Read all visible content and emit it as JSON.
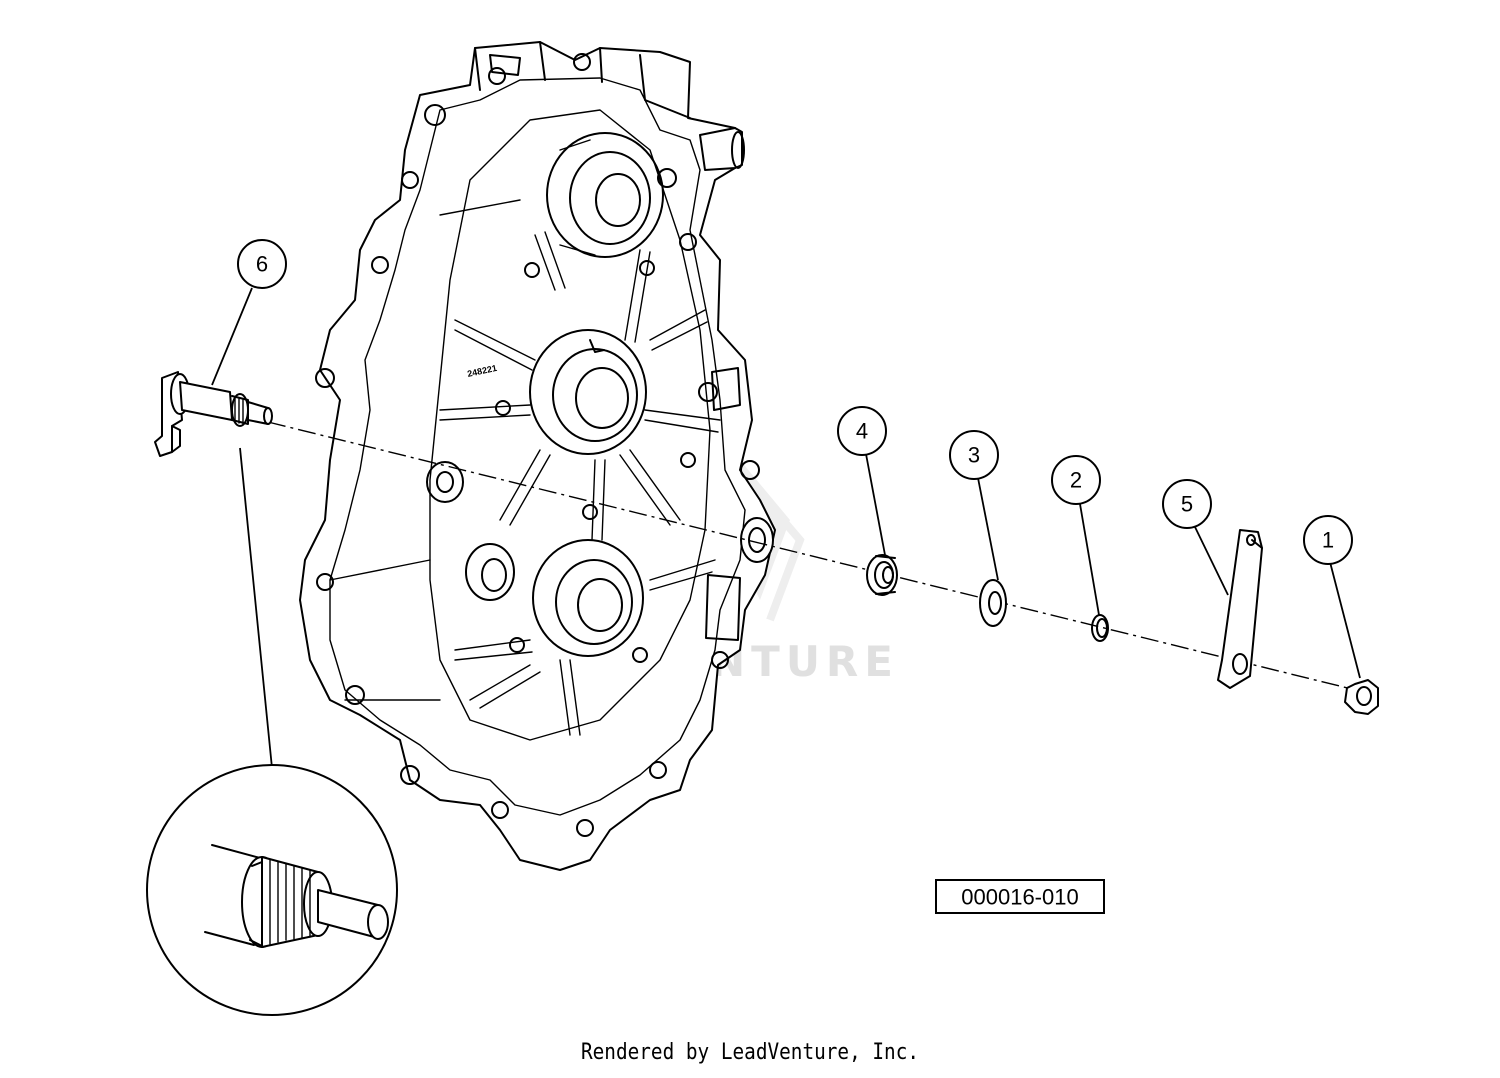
{
  "casting_number": "248221",
  "watermark_text": "LEADVENTURE",
  "part_code": "000016-010",
  "footer": "Rendered by LeadVenture, Inc.",
  "callouts": [
    {
      "number": "6"
    },
    {
      "number": "4"
    },
    {
      "number": "3"
    },
    {
      "number": "2"
    },
    {
      "number": "5"
    },
    {
      "number": "1"
    }
  ]
}
